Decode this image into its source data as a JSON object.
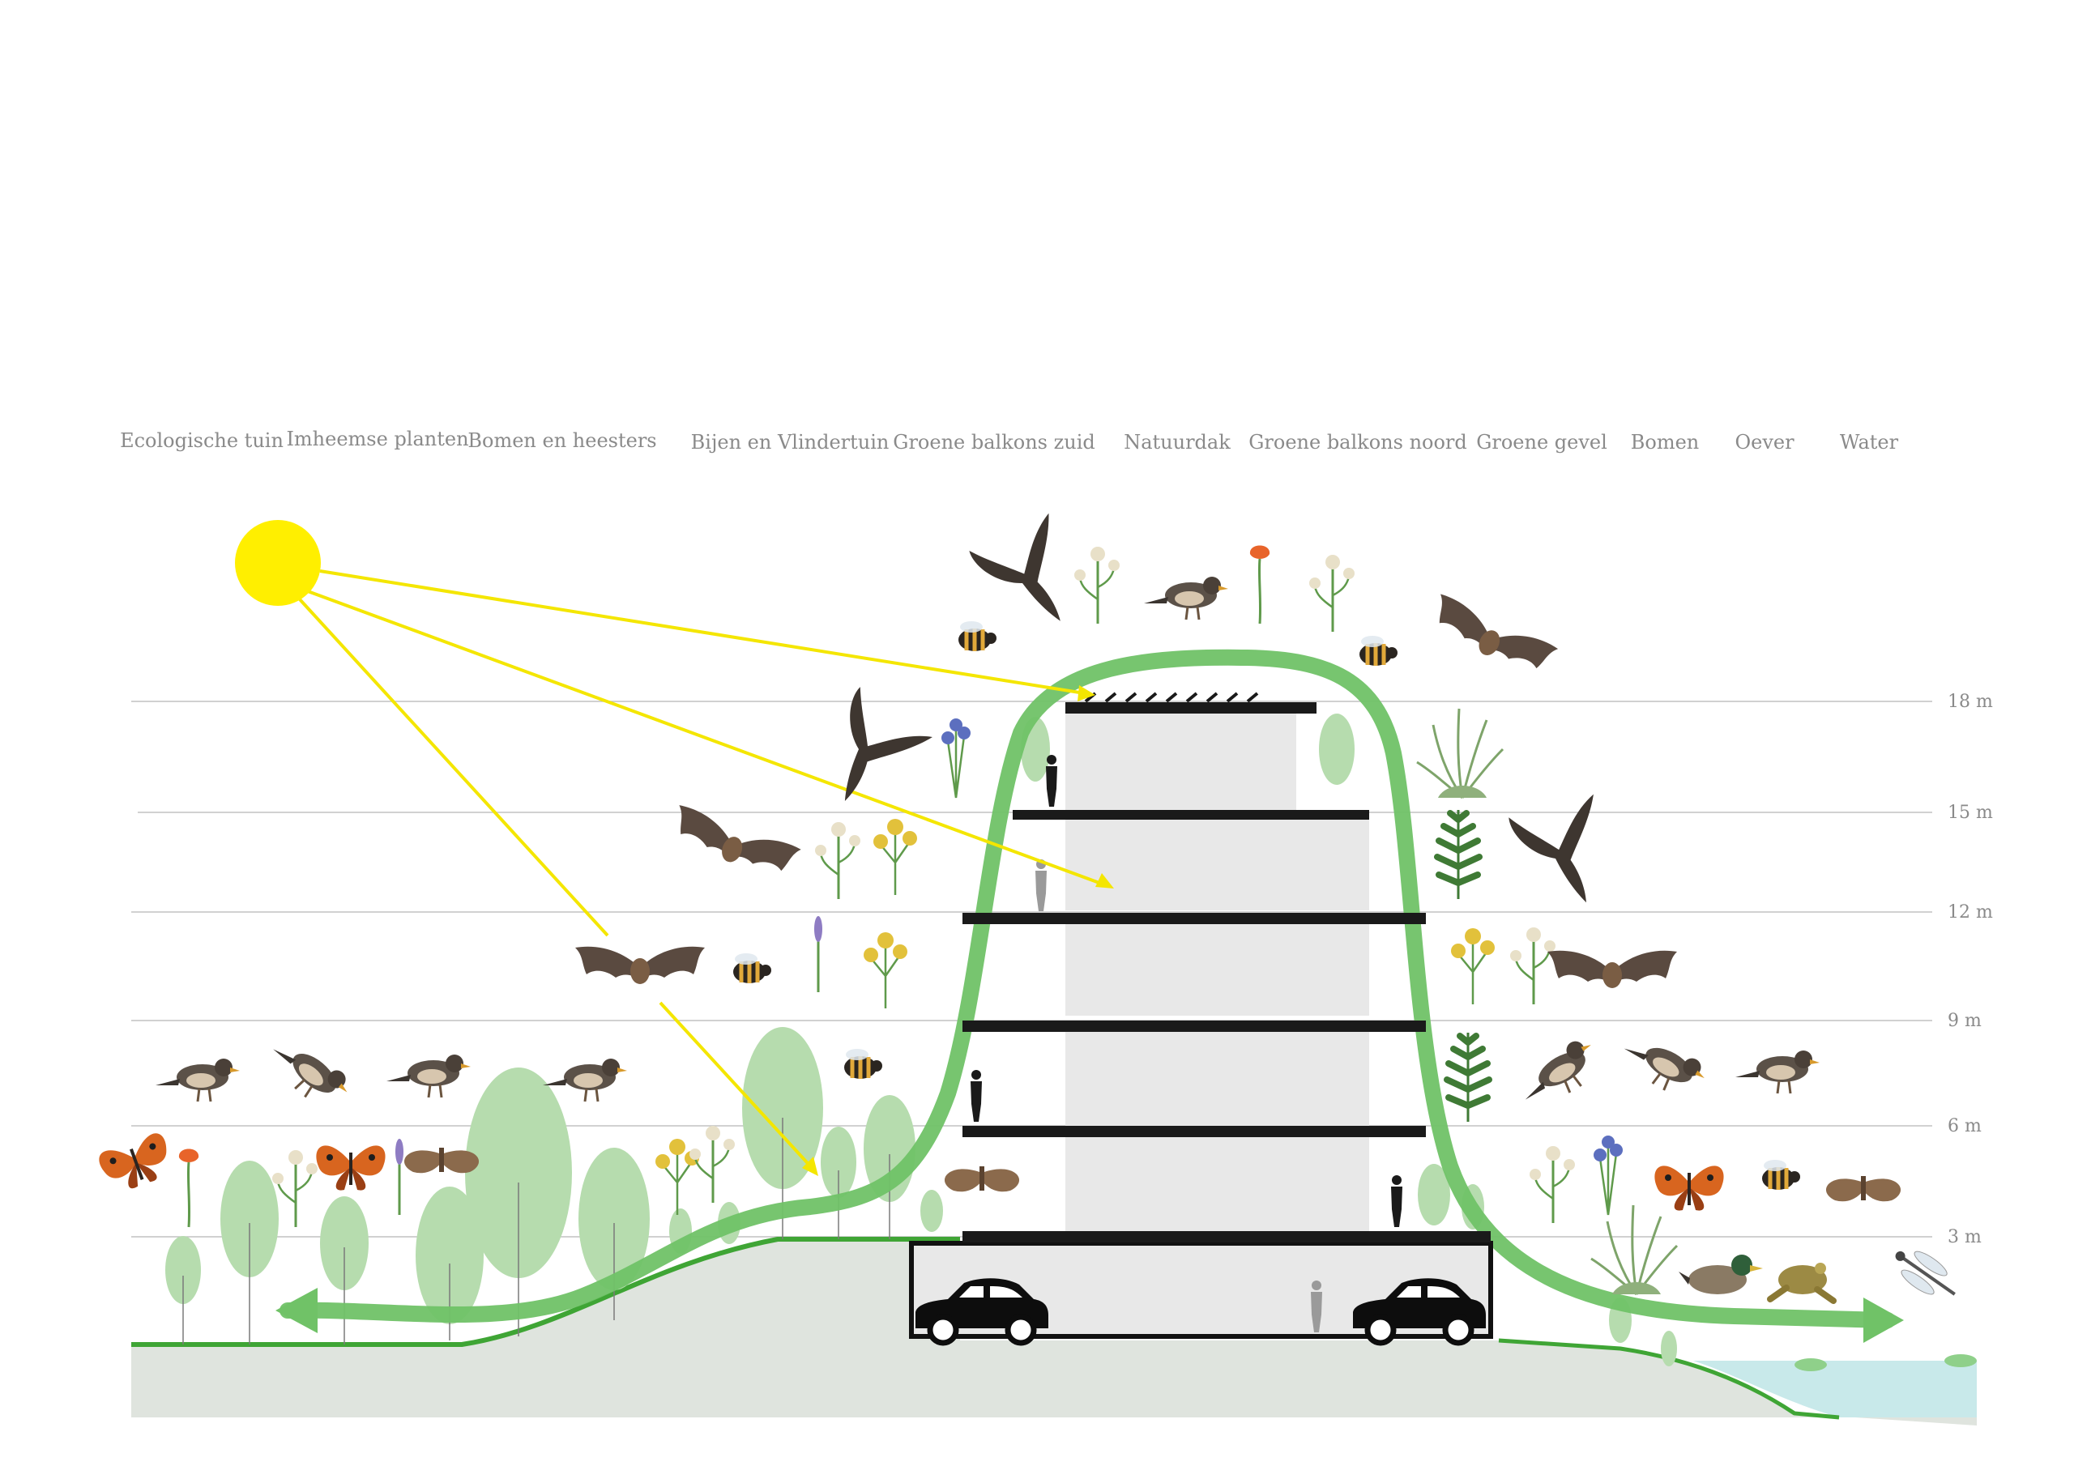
{
  "zones": [
    {
      "id": "ecologische-tuin",
      "label": "Ecologische tuin"
    },
    {
      "id": "imheemse-planten",
      "label": "Imheemse planten"
    },
    {
      "id": "bomen-en-heesters",
      "label": "Bomen en heesters"
    },
    {
      "id": "bijen-en-vlindertuin",
      "label": "Bijen en Vlindertuin"
    },
    {
      "id": "groene-balkons-zuid",
      "label": "Groene balkons zuid"
    },
    {
      "id": "natuurdak",
      "label": "Natuurdak"
    },
    {
      "id": "groene-balkons-noord",
      "label": "Groene balkons noord"
    },
    {
      "id": "groene-gevel",
      "label": "Groene gevel"
    },
    {
      "id": "bomen",
      "label": "Bomen"
    },
    {
      "id": "oever",
      "label": "Oever"
    },
    {
      "id": "water",
      "label": "Water"
    }
  ],
  "height_levels": [
    {
      "id": "18m",
      "label": "18 m"
    },
    {
      "id": "15m",
      "label": "15 m"
    },
    {
      "id": "12m",
      "label": "12 m"
    },
    {
      "id": "9m",
      "label": "9 m"
    },
    {
      "id": "6m",
      "label": "6 m"
    },
    {
      "id": "3m",
      "label": "3 m"
    }
  ],
  "colors": {
    "sun": "#ffef00",
    "sun_ray": "#f4e600",
    "green_corridor": "#6cc063",
    "green_light": "#b6dcae",
    "ground": "#dde3dc",
    "ground_line": "#3fa535",
    "water": "#c8e9ea",
    "building_fill": "#e8e8e8",
    "slab": "#1a1a1a",
    "grid": "#bdbdbd",
    "label": "#8a8a8a"
  },
  "icons": [
    "sun-icon",
    "bird-icon",
    "bat-icon",
    "bee-icon",
    "butterfly-icon",
    "moth-icon",
    "flower-icon",
    "fern-icon",
    "grass-icon",
    "duck-icon",
    "frog-icon",
    "dragonfly-icon",
    "car-icon",
    "person-icon",
    "tree-icon"
  ]
}
